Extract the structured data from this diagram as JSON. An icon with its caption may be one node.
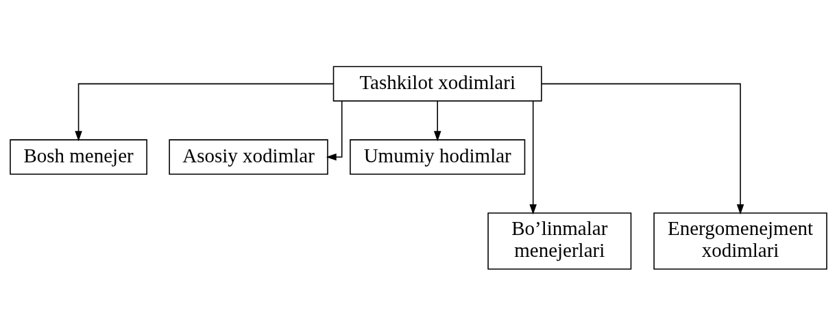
{
  "diagram": {
    "nodes": [
      {
        "text": [
          "Tashkilot xodimlari"
        ]
      },
      {
        "text": [
          "Bosh menejer"
        ]
      },
      {
        "text": [
          "Asosiy xodimlar"
        ]
      },
      {
        "text": [
          "Umumiy hodimlar"
        ]
      },
      {
        "text": [
          "Bo’linmalar menejerlari"
        ]
      },
      {
        "text": [
          "Energomenejment xodimlari"
        ]
      }
    ],
    "edges": [
      {
        "from": 0,
        "to": 1,
        "arrow": "to"
      },
      {
        "from": 0,
        "to": 4,
        "arrow": "to"
      },
      {
        "from": 0,
        "to": 2,
        "arrow": "to"
      },
      {
        "from": 0,
        "to": 5,
        "arrow": "to"
      },
      {
        "from": 0,
        "to": 3,
        "arrow": "to"
      }
    ]
  }
}
